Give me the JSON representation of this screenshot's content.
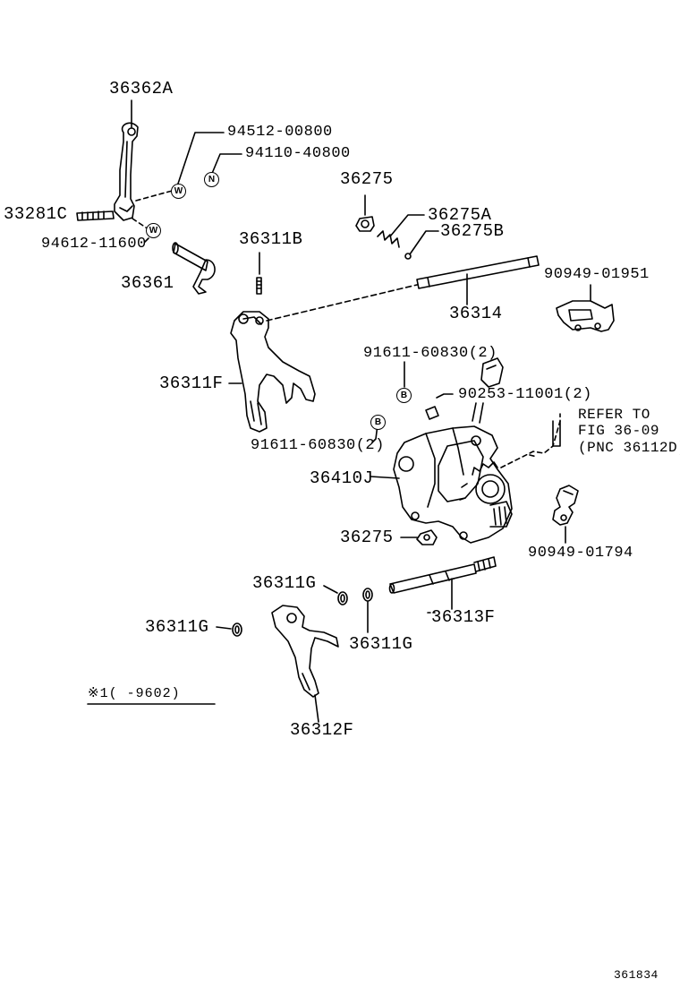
{
  "labels": {
    "p36362A": "36362A",
    "p94512": "94512-00800",
    "p94110": "94110-40800",
    "p33281C": "33281C",
    "p94612": "94612-11600",
    "p36361": "36361",
    "p36275_top": "36275",
    "p36275A": "36275A",
    "p36275B": "36275B",
    "p36311B": "36311B",
    "p36314": "36314",
    "p90949_01951": "90949-01951",
    "p36311F": "36311F",
    "p91611_upper": "91611-60830(2)",
    "p90253": "90253-11001(2)",
    "p91611_lower": "91611-60830(2)",
    "p36410J": "36410J",
    "p36275_bot": "36275",
    "p90949_01794": "90949-01794",
    "p36311G_a": "36311G",
    "p36313F": "36313F",
    "p36311G_b": "36311G",
    "p36311G_c": "36311G",
    "p36312F": "36312F"
  },
  "refer": {
    "line1": "REFER TO",
    "line2": "FIG 36-09",
    "line3": "(PNC 36112D)"
  },
  "note": "※1(   -9602)",
  "badges": {
    "w1": "W",
    "n1": "N",
    "w2": "W",
    "b1": "B",
    "b2": "B"
  },
  "diagram_code": "361834"
}
